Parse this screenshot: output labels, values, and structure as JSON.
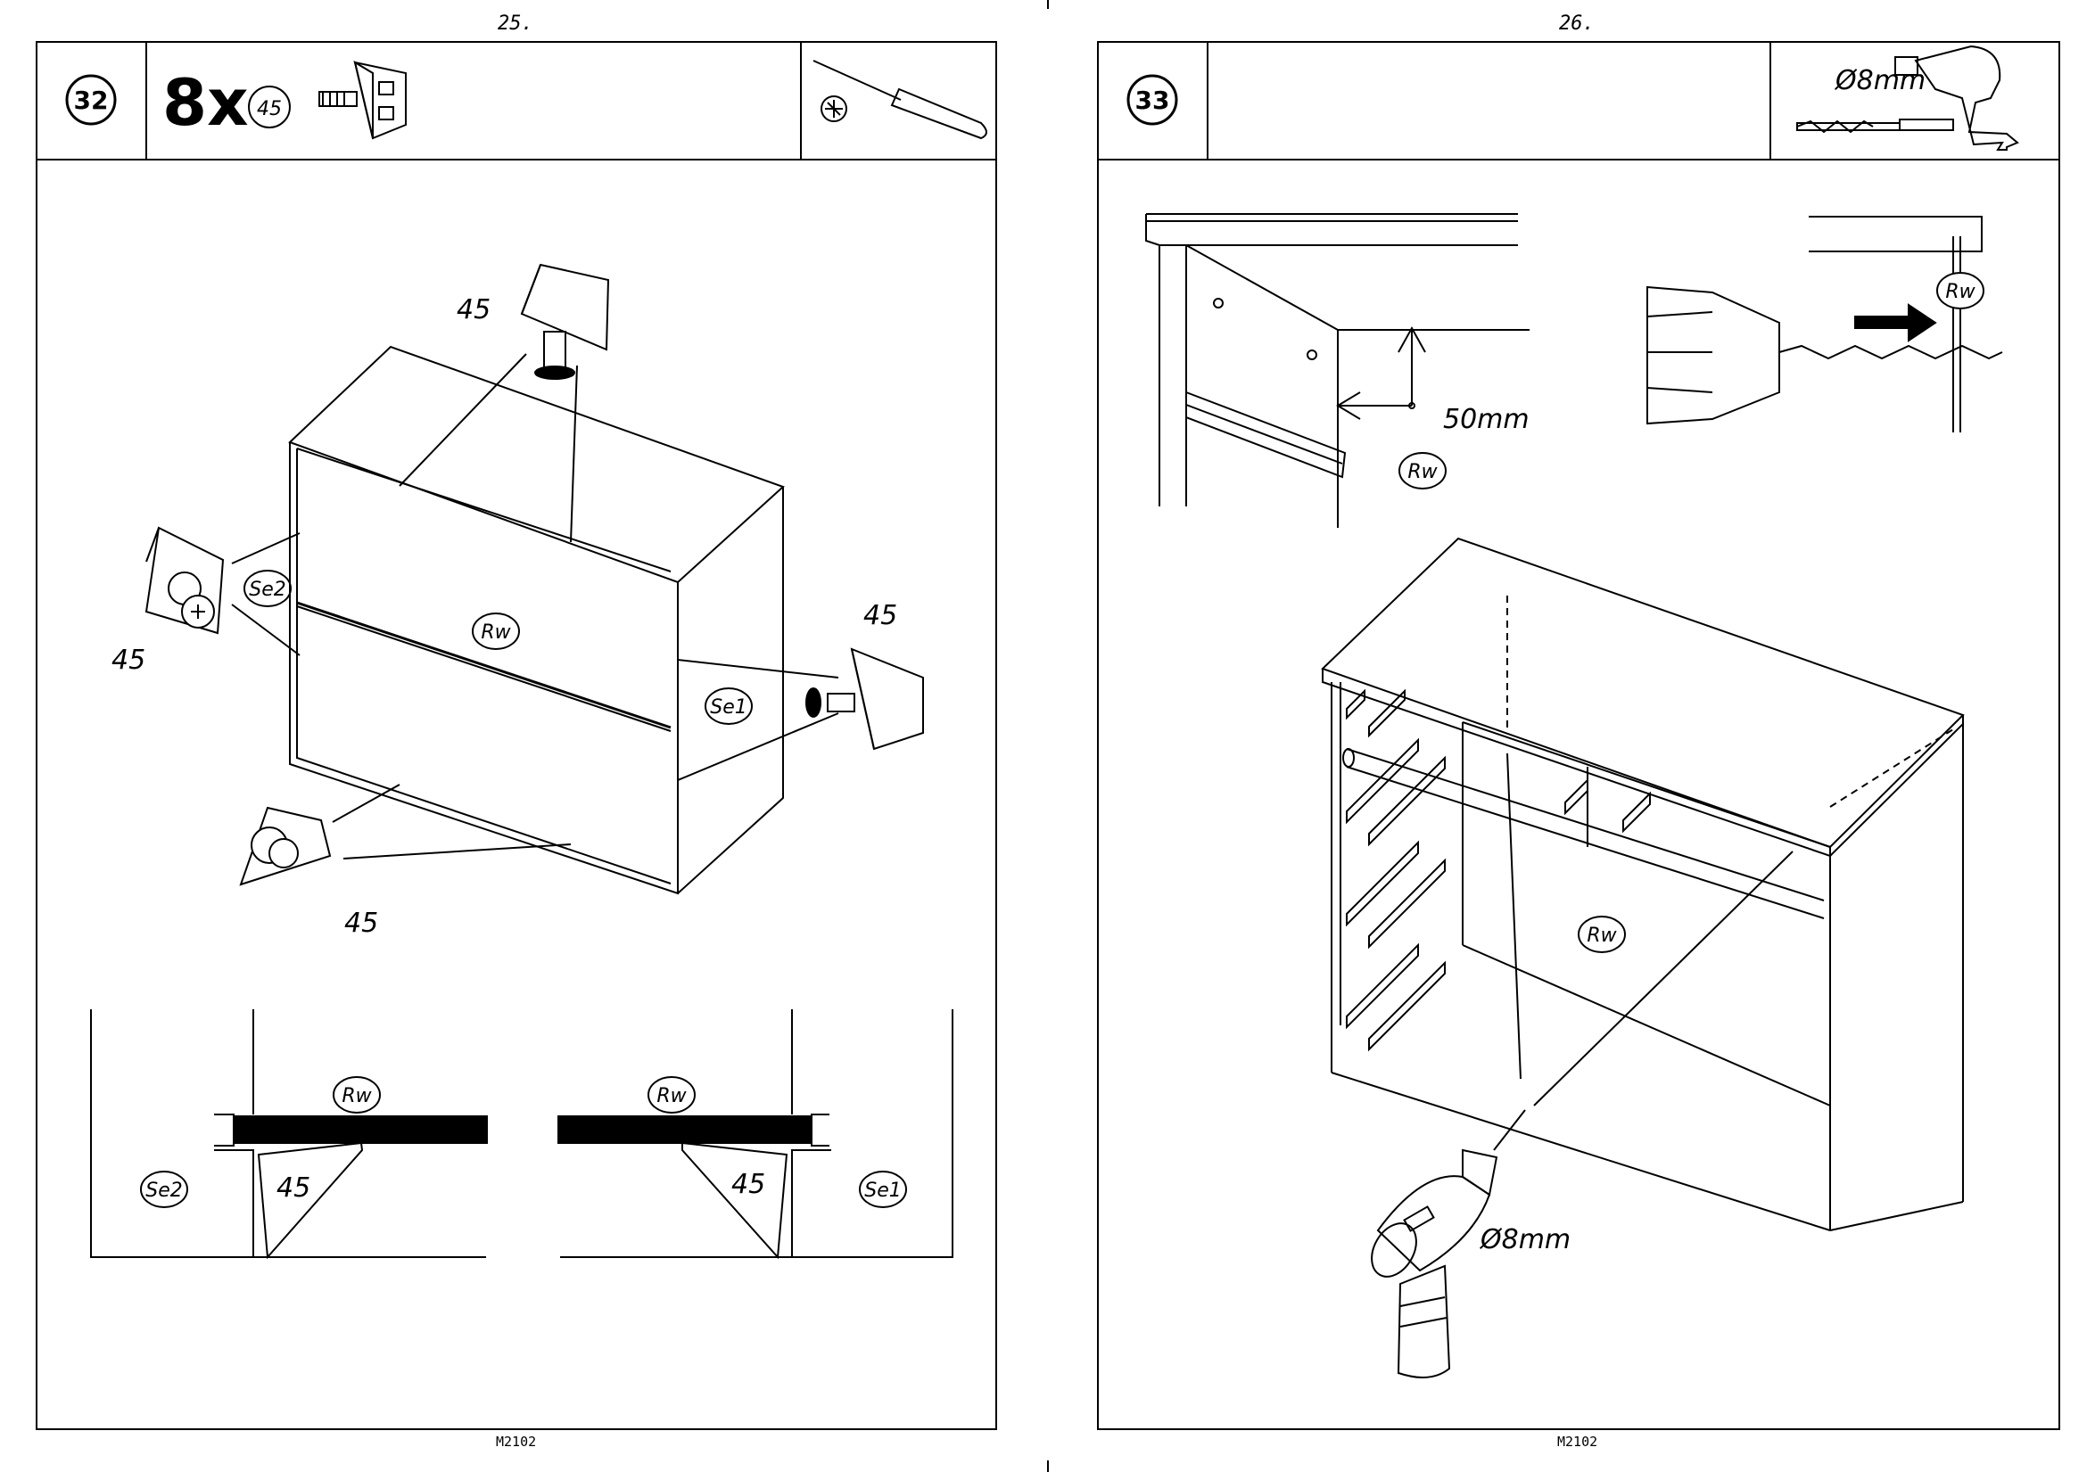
{
  "left": {
    "page_number": "25.",
    "step_number": "32",
    "quantity": "8x",
    "part_number": "45",
    "callouts": {
      "top": "45",
      "left": "45",
      "right": "45",
      "bottom": "45"
    },
    "tags": {
      "rw_main": "Rw",
      "se2": "Se2",
      "se1": "Se1"
    },
    "details": [
      {
        "rw": "Rw",
        "part": "45",
        "side": "Se2"
      },
      {
        "rw": "Rw",
        "part": "45",
        "side": "Se1"
      }
    ],
    "footer": "M2102"
  },
  "right": {
    "page_number": "26.",
    "step_number": "33",
    "drill_size": "Ø8mm",
    "measurement": "50mm",
    "tags": {
      "rw_detail": "Rw",
      "rw_drill": "Rw",
      "rw_main": "Rw"
    },
    "drill_label": "Ø8mm",
    "footer": "M2102"
  },
  "icons": [
    "screwdriver-icon",
    "drill-icon",
    "drill-bit-icon",
    "cam-fitting-icon"
  ]
}
